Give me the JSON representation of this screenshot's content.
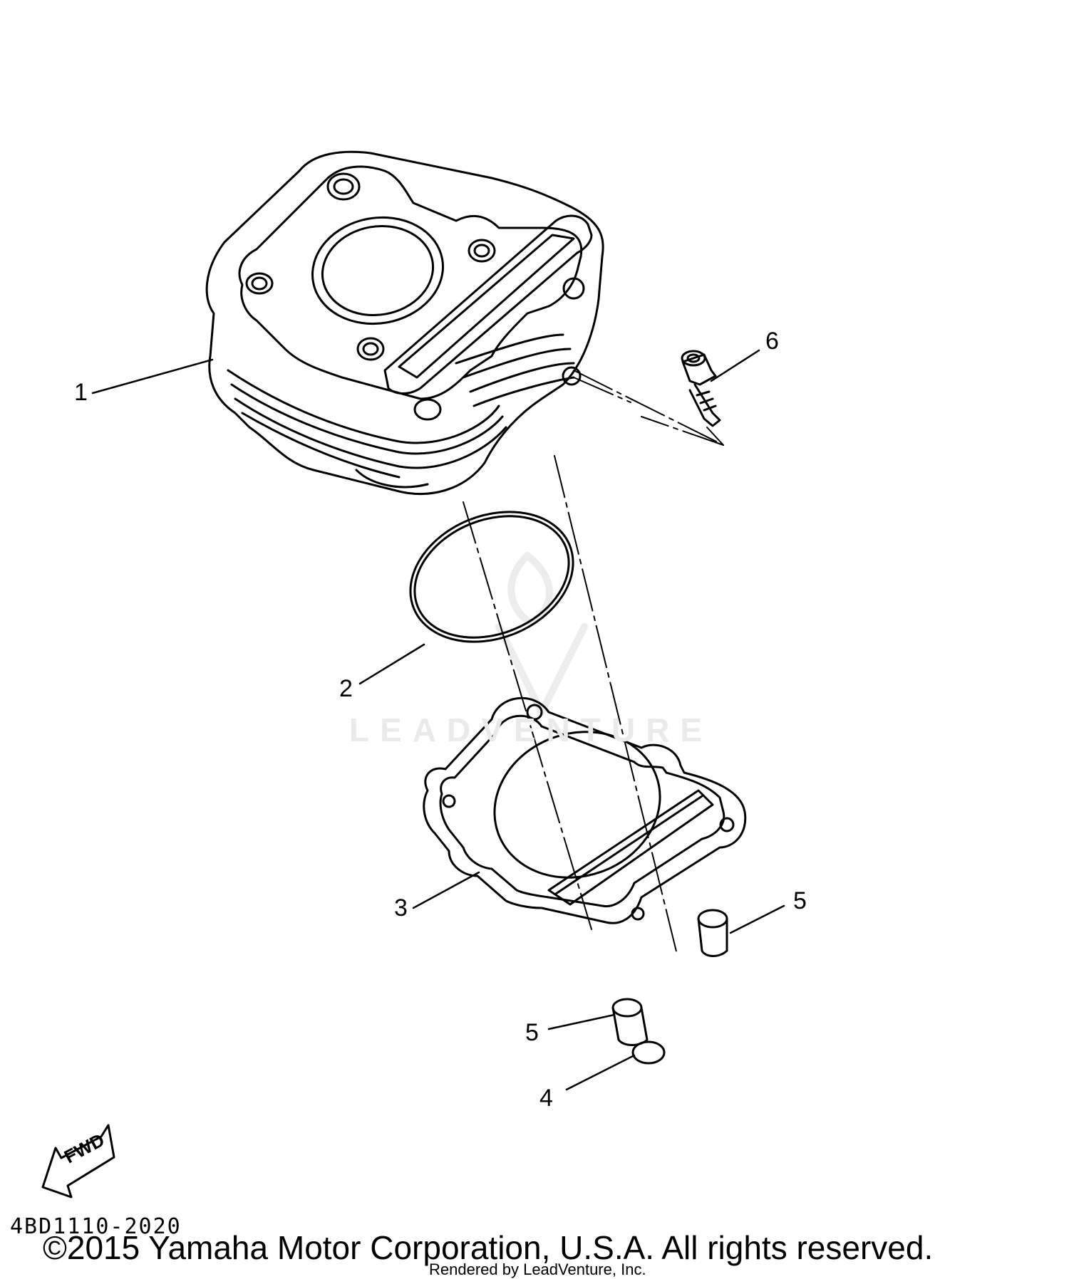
{
  "diagram": {
    "callouts": [
      {
        "id": "1",
        "label": "1"
      },
      {
        "id": "2",
        "label": "2"
      },
      {
        "id": "3",
        "label": "3"
      },
      {
        "id": "4",
        "label": "4"
      },
      {
        "id": "5a",
        "label": "5"
      },
      {
        "id": "5b",
        "label": "5"
      },
      {
        "id": "6",
        "label": "6"
      }
    ],
    "fwd_label": "FWD",
    "part_code": "4BD1110-2020",
    "watermark": "LEADVENTURE"
  },
  "footer": {
    "copyright": "©2015 Yamaha Motor Corporation, U.S.A. All rights reserved.",
    "rendered_by": "Rendered by LeadVenture, Inc."
  }
}
